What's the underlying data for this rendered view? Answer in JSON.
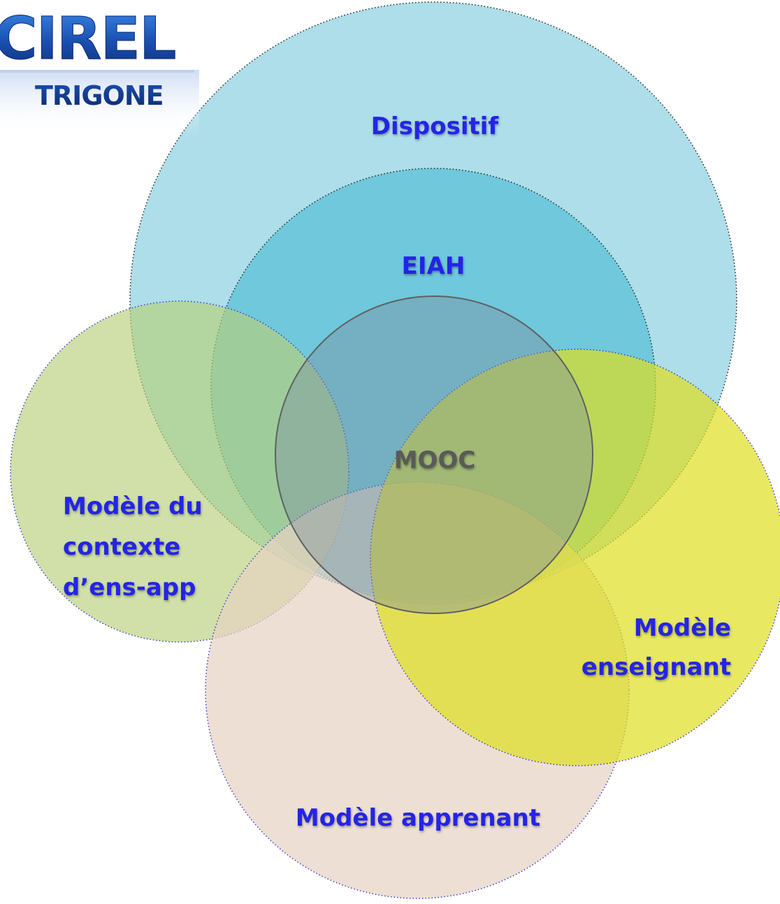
{
  "logo": {
    "title": "CIREL",
    "subtitle": "TRIGONE"
  },
  "diagram": {
    "dispositif": "Dispositif",
    "eiah": "EIAH",
    "mooc": "MOOC",
    "contexte": [
      "Modèle du",
      "contexte",
      "d’ens-app"
    ],
    "enseignant": [
      "Modèle",
      "enseignant"
    ],
    "apprenant": "Modèle apprenant"
  },
  "colors": {
    "dispositif_fill": "#a9dce8",
    "eiah_fill": "#5fc2d8",
    "mooc_fill": "#7ea6a8",
    "contexte_fill": "#b5cd80",
    "enseignant_fill": "#dfe034",
    "apprenant_fill": "#e8d6c8",
    "label": "#2424e6",
    "logo_blue": "#1c54b8"
  }
}
